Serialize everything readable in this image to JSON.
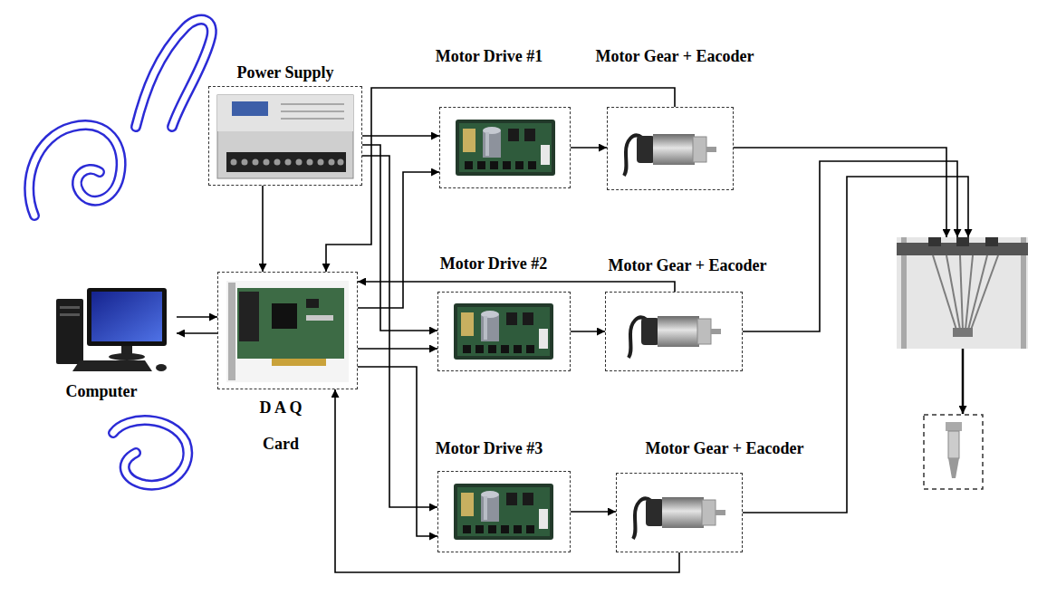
{
  "diagram": {
    "nodes": [
      {
        "text": [
          "Power Supply"
        ]
      },
      {
        "text": [
          "Motor Drive #1"
        ]
      },
      {
        "text": [
          "Motor Gear + Eacoder"
        ]
      },
      {
        "text": [
          "Computer"
        ]
      },
      {
        "text": [
          "D A Q Card"
        ]
      },
      {
        "text": [
          "Motor Drive #2"
        ]
      },
      {
        "text": [
          "Motor Gear + Eacoder"
        ]
      },
      {
        "text": [
          "Motor Drive #3"
        ]
      },
      {
        "text": [
          "Motor Gear + Eacoder"
        ]
      }
    ],
    "edges": [
      {
        "from": 0,
        "to": 1,
        "arrow": "to"
      },
      {
        "from": 1,
        "to": 2,
        "arrow": "to"
      },
      {
        "from": 0,
        "to": 5,
        "arrow": "to"
      },
      {
        "from": 5,
        "to": 6,
        "arrow": "to"
      },
      {
        "from": 0,
        "to": 7,
        "arrow": "to"
      },
      {
        "from": 7,
        "to": 8,
        "arrow": "to"
      },
      {
        "from": 0,
        "to": 4,
        "arrow": "to"
      },
      {
        "from": 3,
        "to": 4,
        "arrow": "to"
      },
      {
        "from": 4,
        "to": 3,
        "arrow": "to"
      },
      {
        "from": 4,
        "to": 1,
        "arrow": "to"
      },
      {
        "from": 4,
        "to": 5,
        "arrow": "to"
      },
      {
        "from": 4,
        "to": 7,
        "arrow": "to"
      },
      {
        "from": 2,
        "to": 4,
        "arrow": "to"
      },
      {
        "from": 6,
        "to": 4,
        "arrow": "to"
      },
      {
        "from": 8,
        "to": 4,
        "arrow": "to"
      }
    ]
  }
}
